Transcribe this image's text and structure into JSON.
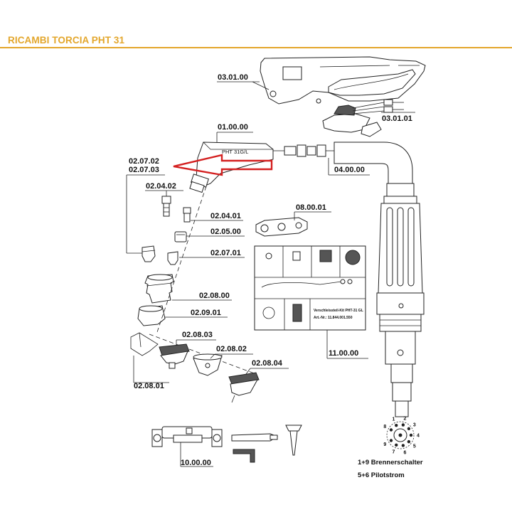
{
  "title": "RICAMBI TORCIA PHT 31",
  "colors": {
    "title": "#e3a62b",
    "marker": "#d42020",
    "line": "#222222"
  },
  "labels": {
    "handle": "03.01.00",
    "trigger": "03.01.01",
    "torch_head": "01.00.00",
    "cable": "04.00.00",
    "electrode_a": "02.07.02",
    "electrode_b": "02.07.03",
    "part_020402": "02.04.02",
    "part_020401": "02.04.01",
    "part_020500": "02.05.00",
    "part_020701": "02.07.01",
    "part_020800": "02.08.00",
    "part_020900": "02.09.01",
    "spacer": "02.08.01",
    "nozzle_a": "02.08.03",
    "nozzle_b": "02.08.02",
    "nozzle_c": "02.08.04",
    "wrench": "08.00.01",
    "kit": "11.00.00",
    "cutting_guide": "10.00.00"
  },
  "head_marking": "PHT 31G/L",
  "kit_card": {
    "title": "Verschleissteil-Kit PHT-31 GL",
    "article": "Art.-Nr.: 11.844.001.550"
  },
  "connector_pins": [
    "8",
    "1",
    "2",
    "3",
    "4",
    "5",
    "6",
    "7",
    "9"
  ],
  "legend": {
    "line1": "1+9 Brennerschalter",
    "line2": "5+6 Pilotstrom"
  }
}
